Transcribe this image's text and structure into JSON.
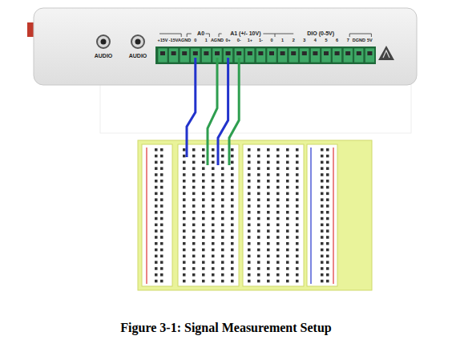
{
  "diagram": {
    "caption": "Figure 3-1: Signal Measurement Setup",
    "labels": [
      "AUDIO",
      "AUDIO",
      "A0",
      "A1 (+/- 10V)",
      "DIO (0-5V)",
      "+15V",
      "-15V",
      "AGND",
      "0",
      "1",
      "AGND",
      "0+",
      "0-",
      "1+",
      "1-",
      "0",
      "1",
      "2",
      "3",
      "4",
      "5",
      "6",
      "7",
      "DGND",
      "5V"
    ]
  }
}
